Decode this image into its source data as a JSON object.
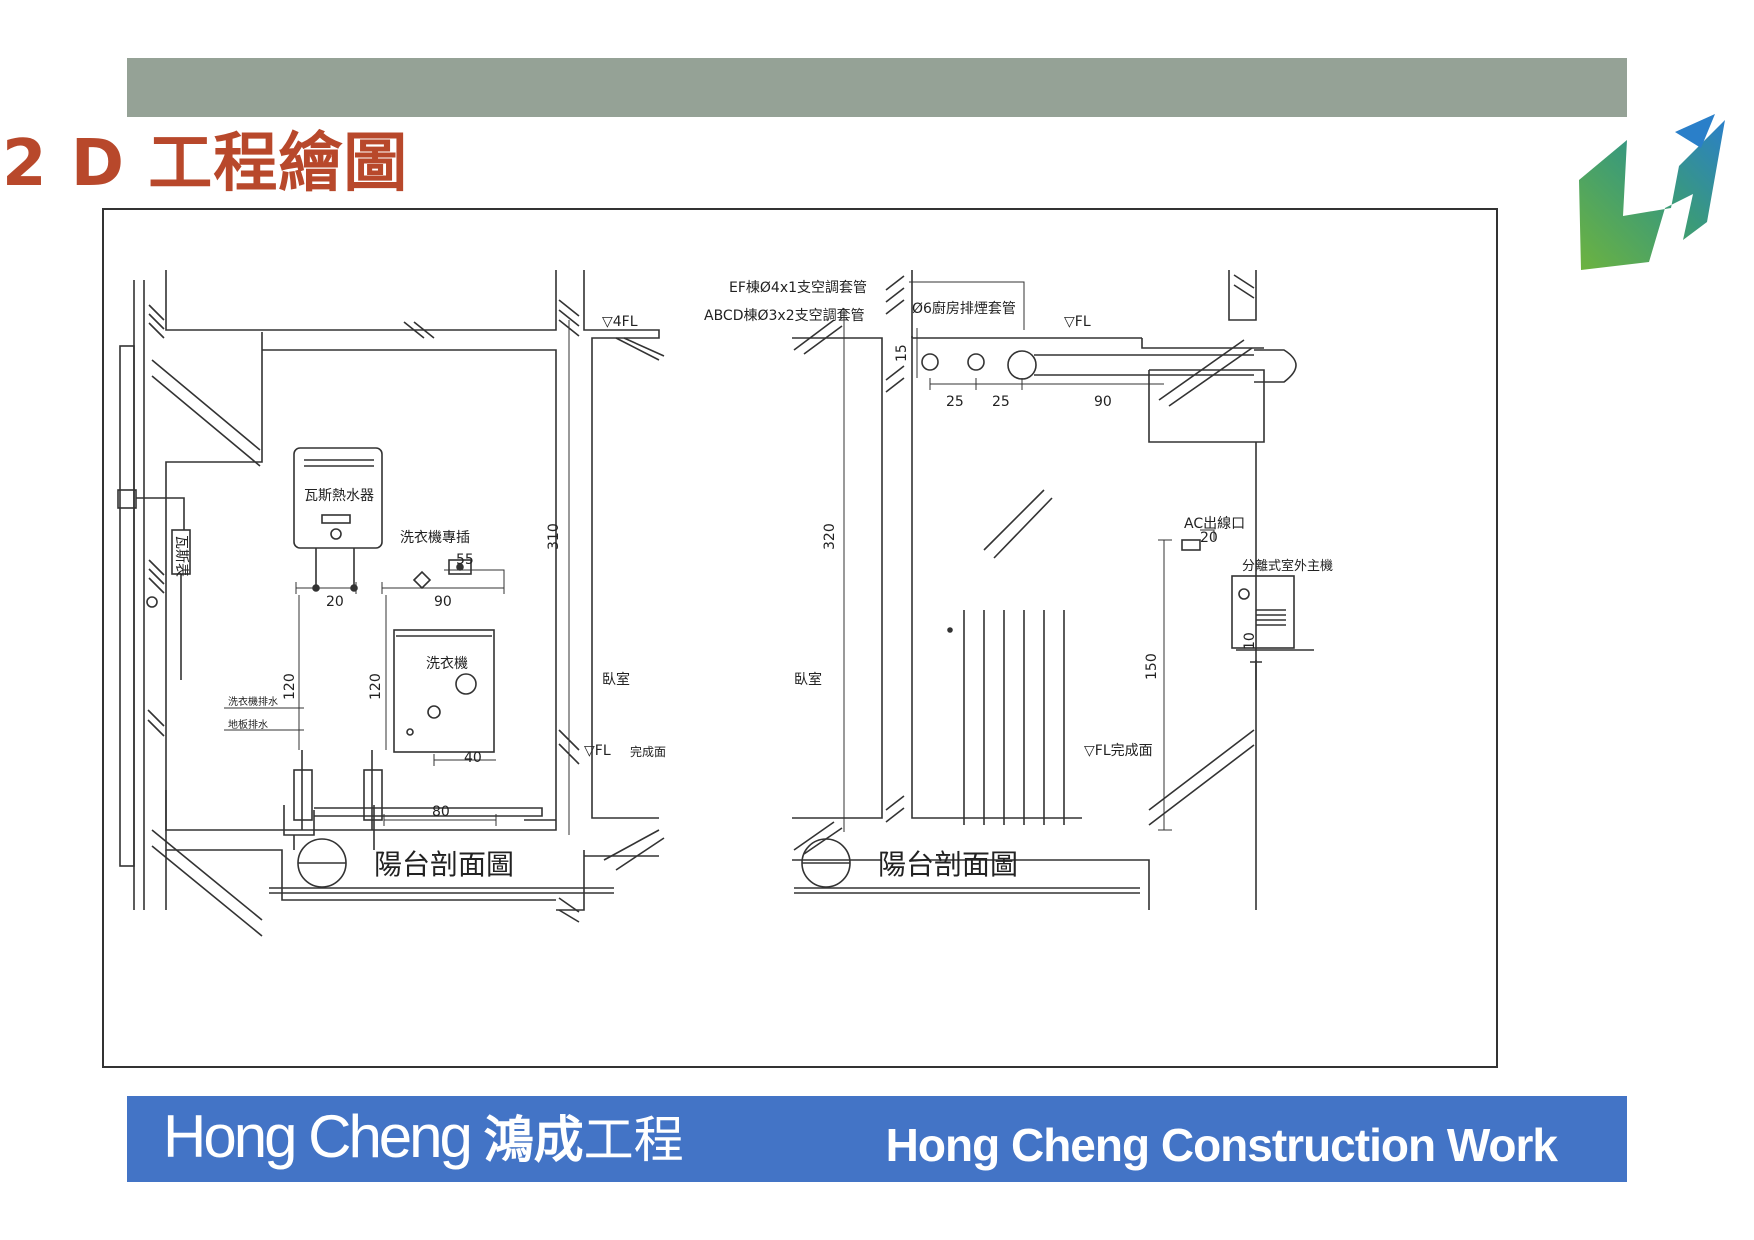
{
  "header": {
    "title": "2 D 工程繪圖"
  },
  "footer": {
    "brand_en": "Hong Cheng",
    "brand_zh_bold": "鴻成",
    "brand_zh_light": "工程",
    "tagline": "Hong Cheng Construction Work"
  },
  "colors": {
    "top_bar": "#95a296",
    "title": "#b8482b",
    "footer": "#4374c6",
    "logo_green": "#5aa33d",
    "logo_blue": "#2b7fc8"
  },
  "left_section": {
    "caption": "陽台剖面圖",
    "level_4fl": "▽4FL",
    "level_fl": "▽FL",
    "finish_face": "完成面",
    "water_heater": "瓦斯熱水器",
    "gas_meter": "瓦斯表",
    "washer_socket": "洗衣機專插",
    "washing_machine": "洗衣機",
    "bedroom": "臥室",
    "washer_drain": "洗衣機排水",
    "floor_drain": "地板排水",
    "dims": {
      "d55": "55",
      "d20": "20",
      "d90": "90",
      "d310": "310",
      "d120a": "120",
      "d120b": "120",
      "d40": "40",
      "d80": "80"
    }
  },
  "right_section": {
    "caption": "陽台剖面圖",
    "ef_sleeve": "EF棟Ø4x1支空調套管",
    "abcd_sleeve": "ABCD棟Ø3x2支空調套管",
    "kitchen_exhaust": "Ø6廚房排煙套管",
    "level_fl_top": "▽FL",
    "level_fl_bottom": "▽FL完成面",
    "bedroom": "臥室",
    "ac_outlet": "AC出線口",
    "outdoor_unit": "分離式室外主機",
    "dims": {
      "d15": "15",
      "d25a": "25",
      "d25b": "25",
      "d90": "90",
      "d320": "320",
      "d20": "20",
      "d150": "150",
      "d10": "10"
    }
  }
}
